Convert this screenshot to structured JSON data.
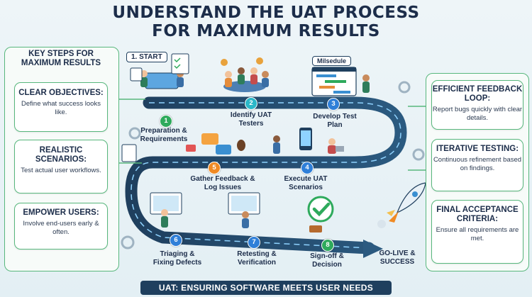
{
  "title": {
    "line1": "UNDERSTAND THE UAT PROCESS",
    "line2": "FOR MAXIMUM RESULTS"
  },
  "left_panel": {
    "heading": "KEY STEPS FOR MAXIMUM RESULTS",
    "cards": [
      {
        "title": "CLEAR OBJECTIVES:",
        "body": "Define what success looks like."
      },
      {
        "title": "REALISTIC SCENARIOS:",
        "body": "Test actual user workflows."
      },
      {
        "title": "EMPOWER USERS:",
        "body": "Involve end-users early & often."
      }
    ]
  },
  "right_panel": {
    "cards": [
      {
        "title": "EFFICIENT FEEDBACK LOOP:",
        "body": "Report bugs quickly with clear details."
      },
      {
        "title": "ITERATIVE TESTING:",
        "body": "Continuous refinement based on findings."
      },
      {
        "title": "FINAL ACCEPTANCE CRITERIA:",
        "body": "Ensure all requirements are met."
      }
    ]
  },
  "start_label": "1. START",
  "schedule_label": "Milsedule",
  "steps": [
    {
      "num": "1",
      "label": "Preparation & Requirements"
    },
    {
      "num": "2",
      "label": "Identify UAT Testers"
    },
    {
      "num": "3",
      "label": "Develop Test Plan"
    },
    {
      "num": "4",
      "label": "Execute UAT Scenarios"
    },
    {
      "num": "5",
      "label": "Gather Feedback & Log Issues"
    },
    {
      "num": "6",
      "label": "Triaging & Fixing Defects"
    },
    {
      "num": "7",
      "label": "Retesting & Verification"
    },
    {
      "num": "8",
      "label": "Sign-off & Decision"
    }
  ],
  "final_label": "GO-LIVE & SUCCESS",
  "footer": "UAT: ENSURING SOFTWARE MEETS USER NEEDS",
  "colors": {
    "navy": "#1f3f5e",
    "green": "#58b77d",
    "teal": "#2bb7c9",
    "orange": "#f08a24",
    "blue": "#2f7fd8"
  }
}
